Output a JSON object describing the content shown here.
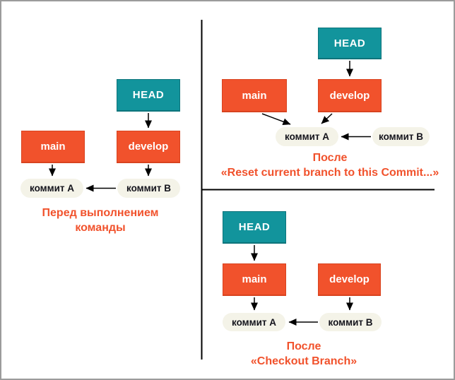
{
  "colors": {
    "teal": "#12949c",
    "teal-border": "#0e747b",
    "orange": "#f1522c",
    "orange-border": "#d8431f",
    "pill-bg": "#f4f3e8",
    "pill-text": "#14141c",
    "caption": "#f1522c",
    "line": "#000000",
    "frame-border": "#9b9b9b"
  },
  "panels": [
    {
      "name": "before-command",
      "caption": [
        "Перед выполнением",
        "команды"
      ],
      "nodes": {
        "head": "HEAD",
        "main": "main",
        "develop": "develop",
        "commit_a": "коммит A",
        "commit_b": "коммит B"
      },
      "edges": [
        {
          "from": "HEAD",
          "to": "develop"
        },
        {
          "from": "main",
          "to": "коммит A"
        },
        {
          "from": "develop",
          "to": "коммит B"
        },
        {
          "from": "коммит B",
          "to": "коммит A"
        }
      ]
    },
    {
      "name": "after-reset-current-branch",
      "caption": [
        "После",
        "«Reset current branch to this Commit...»"
      ],
      "nodes": {
        "head": "HEAD",
        "main": "main",
        "develop": "develop",
        "commit_a": "коммит A",
        "commit_b": "коммит B"
      },
      "edges": [
        {
          "from": "HEAD",
          "to": "develop"
        },
        {
          "from": "main",
          "to": "коммит A"
        },
        {
          "from": "develop",
          "to": "коммит A"
        },
        {
          "from": "коммит B",
          "to": "коммит A"
        }
      ]
    },
    {
      "name": "after-checkout-branch",
      "caption": [
        "После",
        "«Checkout Branch»"
      ],
      "nodes": {
        "head": "HEAD",
        "main": "main",
        "develop": "develop",
        "commit_a": "коммит A",
        "commit_b": "коммит B"
      },
      "edges": [
        {
          "from": "HEAD",
          "to": "main"
        },
        {
          "from": "main",
          "to": "коммит A"
        },
        {
          "from": "develop",
          "to": "коммит B"
        },
        {
          "from": "коммит B",
          "to": "коммит A"
        }
      ]
    }
  ]
}
